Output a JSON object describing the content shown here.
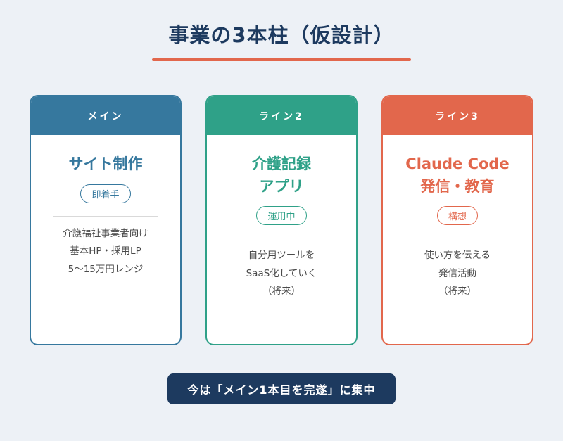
{
  "page": {
    "title": "事業の3本柱（仮設計）",
    "footer": "今は「メイン1本目を完遂」に集中"
  },
  "colors": {
    "background": "#edf1f6",
    "heading_text": "#1d3a5f",
    "underline": "#e2674c",
    "footer_background": "#1d3a5f",
    "footer_text": "#ffffff",
    "card_body_text": "#4a4a4a",
    "card_blue": "#36789e",
    "card_green": "#2fa188",
    "card_orange": "#e2674c"
  },
  "cards": [
    {
      "header": "メイン",
      "accent": "#36789e",
      "title_lines": [
        "サイト制作"
      ],
      "badge": "即着手",
      "body_lines": [
        "介護福祉事業者向け",
        "基本HP・採用LP",
        "5〜15万円レンジ"
      ]
    },
    {
      "header": "ライン2",
      "accent": "#2fa188",
      "title_lines": [
        "介護記録",
        "アプリ"
      ],
      "badge": "運用中",
      "body_lines": [
        "自分用ツールを",
        "SaaS化していく",
        "（将来）"
      ]
    },
    {
      "header": "ライン3",
      "accent": "#e2674c",
      "title_lines": [
        "Claude Code",
        "発信・教育"
      ],
      "badge": "構想",
      "body_lines": [
        "使い方を伝える",
        "発信活動",
        "（将来）"
      ]
    }
  ]
}
